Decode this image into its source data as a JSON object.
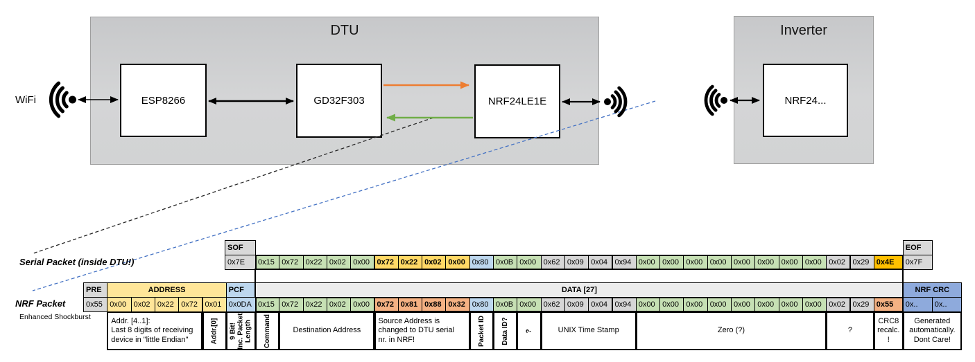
{
  "diagram": {
    "wifi_label": "WiFi",
    "dtu": {
      "title": "DTU",
      "chips": {
        "esp": "ESP8266",
        "mcu": "GD32F303",
        "radio": "NRF24LE1E"
      }
    },
    "inverter": {
      "title": "Inverter",
      "chips": {
        "radio": "NRF24..."
      }
    }
  },
  "serial_packet": {
    "label": "Serial Packet (inside DTU!)",
    "sof_header": "SOF",
    "sof_value": "0x7E",
    "eof_header": "EOF",
    "eof_value": "0x7F",
    "bytes": [
      {
        "v": "0x15",
        "c": "green"
      },
      {
        "v": "0x72",
        "c": "green"
      },
      {
        "v": "0x22",
        "c": "green"
      },
      {
        "v": "0x02",
        "c": "green"
      },
      {
        "v": "0x00",
        "c": "green"
      },
      {
        "v": "0x72",
        "c": "yellow",
        "bold": true
      },
      {
        "v": "0x22",
        "c": "yellow",
        "bold": true
      },
      {
        "v": "0x02",
        "c": "yellow",
        "bold": true
      },
      {
        "v": "0x00",
        "c": "yellow",
        "bold": true
      },
      {
        "v": "0x80",
        "c": "blue"
      },
      {
        "v": "0x0B",
        "c": "green"
      },
      {
        "v": "0x00",
        "c": "green"
      },
      {
        "v": "0x62",
        "c": "gray"
      },
      {
        "v": "0x09",
        "c": "gray"
      },
      {
        "v": "0x04",
        "c": "gray"
      },
      {
        "v": "0x94",
        "c": "gray"
      },
      {
        "v": "0x00",
        "c": "green"
      },
      {
        "v": "0x00",
        "c": "green"
      },
      {
        "v": "0x00",
        "c": "green"
      },
      {
        "v": "0x00",
        "c": "green"
      },
      {
        "v": "0x00",
        "c": "green"
      },
      {
        "v": "0x00",
        "c": "green"
      },
      {
        "v": "0x00",
        "c": "green"
      },
      {
        "v": "0x00",
        "c": "green"
      },
      {
        "v": "0x02",
        "c": "gray"
      },
      {
        "v": "0x29",
        "c": "gray"
      },
      {
        "v": "0x4E",
        "c": "orange",
        "bold": true
      }
    ]
  },
  "nrf_packet": {
    "label": "NRF Packet",
    "sublabel": "Enhanced Shockburst",
    "pre_header": "PRE",
    "pre_value": "0x55",
    "address_header": "ADDRESS",
    "address_values": [
      "0x00",
      "0x02",
      "0x22",
      "0x72",
      "0x01"
    ],
    "pcf_header": "PCF",
    "pcf_value": "0x0DA",
    "data_header": "DATA [27]",
    "bytes": [
      {
        "v": "0x15",
        "c": "green"
      },
      {
        "v": "0x72",
        "c": "green"
      },
      {
        "v": "0x22",
        "c": "green"
      },
      {
        "v": "0x02",
        "c": "green"
      },
      {
        "v": "0x00",
        "c": "green"
      },
      {
        "v": "0x72",
        "c": "salmon",
        "bold": true
      },
      {
        "v": "0x81",
        "c": "salmon",
        "bold": true
      },
      {
        "v": "0x88",
        "c": "salmon",
        "bold": true
      },
      {
        "v": "0x32",
        "c": "salmon",
        "bold": true
      },
      {
        "v": "0x80",
        "c": "blue"
      },
      {
        "v": "0x0B",
        "c": "green"
      },
      {
        "v": "0x00",
        "c": "green"
      },
      {
        "v": "0x62",
        "c": "gray"
      },
      {
        "v": "0x09",
        "c": "gray"
      },
      {
        "v": "0x04",
        "c": "gray"
      },
      {
        "v": "0x94",
        "c": "gray"
      },
      {
        "v": "0x00",
        "c": "green"
      },
      {
        "v": "0x00",
        "c": "green"
      },
      {
        "v": "0x00",
        "c": "green"
      },
      {
        "v": "0x00",
        "c": "green"
      },
      {
        "v": "0x00",
        "c": "green"
      },
      {
        "v": "0x00",
        "c": "green"
      },
      {
        "v": "0x00",
        "c": "green"
      },
      {
        "v": "0x00",
        "c": "green"
      },
      {
        "v": "0x02",
        "c": "gray"
      },
      {
        "v": "0x29",
        "c": "gray"
      },
      {
        "v": "0x55",
        "c": "salmon",
        "bold": true
      }
    ],
    "crc_header": "NRF CRC",
    "crc_values": [
      "0x..",
      "0x.."
    ]
  },
  "annotations": [
    {
      "id": "addr-4-1",
      "region": "address",
      "cells": [
        1,
        4
      ],
      "vertical": false,
      "bg": "white",
      "align": "left",
      "text": "Addr. [4..1]:\nLast 8 digits of receiving\ndevice in \"little Endian\""
    },
    {
      "id": "addr-0",
      "region": "address",
      "cells": [
        5,
        5
      ],
      "vertical": true,
      "bg": "white",
      "text": "Addr.[0]"
    },
    {
      "id": "pcf-note",
      "region": "pcf",
      "cells": [
        1,
        1
      ],
      "vertical": true,
      "bg": "white",
      "text": "9 Bit!\nInc. Packet\nLength"
    },
    {
      "id": "command",
      "region": "data",
      "cells": [
        1,
        1
      ],
      "vertical": true,
      "bg": "white",
      "text": "Command"
    },
    {
      "id": "destination-address",
      "region": "data",
      "cells": [
        2,
        5
      ],
      "vertical": false,
      "bg": "white",
      "align": "center",
      "text": "Destination Address"
    },
    {
      "id": "source-address",
      "region": "data",
      "cells": [
        6,
        9
      ],
      "vertical": false,
      "bg": "salmon",
      "align": "left",
      "text": "Source Address is\nchanged to DTU serial\nnr. in NRF!"
    },
    {
      "id": "packet-id",
      "region": "data",
      "cells": [
        10,
        10
      ],
      "vertical": true,
      "bg": "white",
      "text": "Packet ID"
    },
    {
      "id": "data-id",
      "region": "data",
      "cells": [
        11,
        11
      ],
      "vertical": true,
      "bg": "white",
      "text": "Data ID?"
    },
    {
      "id": "unknown-1",
      "region": "data",
      "cells": [
        12,
        12
      ],
      "vertical": true,
      "bg": "white",
      "text": "?"
    },
    {
      "id": "unix-time-stamp",
      "region": "data",
      "cells": [
        13,
        16
      ],
      "vertical": false,
      "bg": "white",
      "align": "center",
      "text": "UNIX Time Stamp"
    },
    {
      "id": "zero",
      "region": "data",
      "cells": [
        17,
        24
      ],
      "vertical": false,
      "bg": "white",
      "align": "center",
      "text": "Zero (?)"
    },
    {
      "id": "unknown-2",
      "region": "data",
      "cells": [
        25,
        26
      ],
      "vertical": false,
      "bg": "white",
      "align": "center",
      "text": "?"
    },
    {
      "id": "crc8-recalc",
      "region": "data",
      "cells": [
        27,
        27
      ],
      "vertical": false,
      "bg": "salmon",
      "align": "center",
      "text": "CRC8\nrecalc.\n!"
    },
    {
      "id": "nrf-crc-note",
      "region": "crc",
      "cells": [
        1,
        2
      ],
      "vertical": false,
      "bg": "white",
      "align": "center",
      "text": "Generated\nautomatically.\nDont Care!"
    }
  ],
  "colors": {
    "arrow_orange": "#ed7d31",
    "arrow_green": "#70ad47",
    "dashed_blue": "#4472c4",
    "cell_green": "#c6e0b4",
    "cell_yellow": "#ffd966",
    "cell_address_yellow": "#ffe699",
    "cell_orange": "#ffc000",
    "cell_salmon": "#f4b183",
    "cell_blue": "#bdd7ee",
    "cell_crc_blue": "#8eaadc",
    "cell_gray": "#d9d9d9",
    "cell_gray_dark": "#d6d6d6",
    "cell_data_header": "#ececec"
  }
}
